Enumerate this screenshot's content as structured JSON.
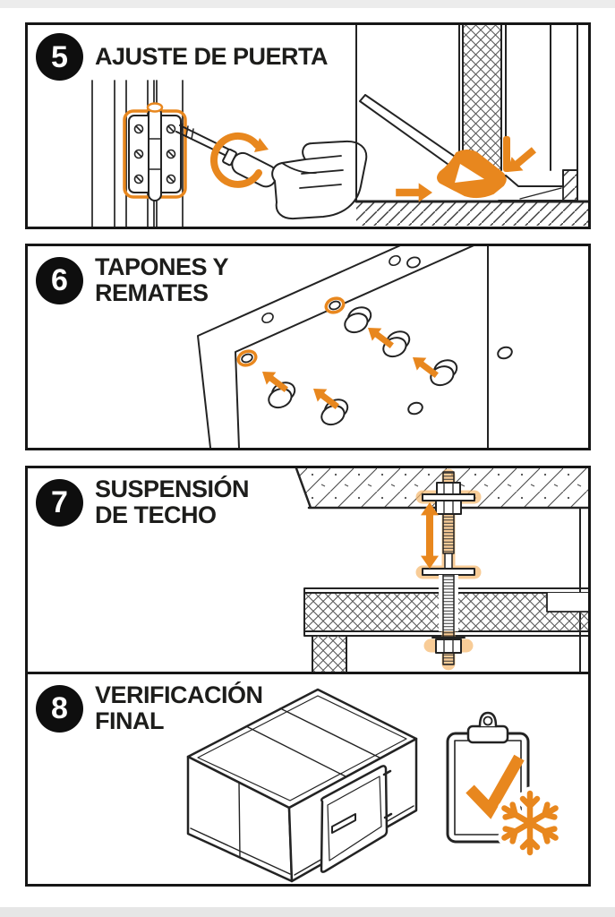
{
  "doc": {
    "type": "installation-instructions",
    "language": "es",
    "visible_step_range": "5-8"
  },
  "colors": {
    "accent_orange": "#E8871E",
    "glow_orange": "#F5B66B",
    "ink": "#1D1D1B",
    "line": "#232323",
    "badge_bg": "#0E0E0E",
    "badge_text": "#FFFFFF",
    "panel_border": "#161616"
  },
  "steps": [
    {
      "number": "5",
      "title_line1": "AJUSTE DE PUERTA",
      "title_line2": "",
      "icons": [
        "door-frame",
        "door-hinge",
        "screwdriver",
        "rotation-arrow",
        "hand",
        "door-bottom-seal-section",
        "floor-hatch",
        "push-arrows"
      ]
    },
    {
      "number": "6",
      "title_line1": "TAPONES Y",
      "title_line2": "REMATES",
      "icons": [
        "wall-panel-perspective",
        "screw-hole",
        "highlighted-hole-ring",
        "cover-cap",
        "insert-arrows"
      ]
    },
    {
      "number": "7",
      "title_line1": "SUSPENSIÓN",
      "title_line2": "DE TECHO",
      "icons": [
        "concrete-slab",
        "threaded-suspension-rod",
        "height-adjust-arrows",
        "ceiling-panel-section",
        "wall-panel-section"
      ]
    },
    {
      "number": "8",
      "title_line1": "VERIFICACIÓN",
      "title_line2": "FINAL",
      "icons": [
        "cold-room-box",
        "cold-room-door",
        "clipboard",
        "check-mark",
        "snowflake"
      ]
    }
  ]
}
